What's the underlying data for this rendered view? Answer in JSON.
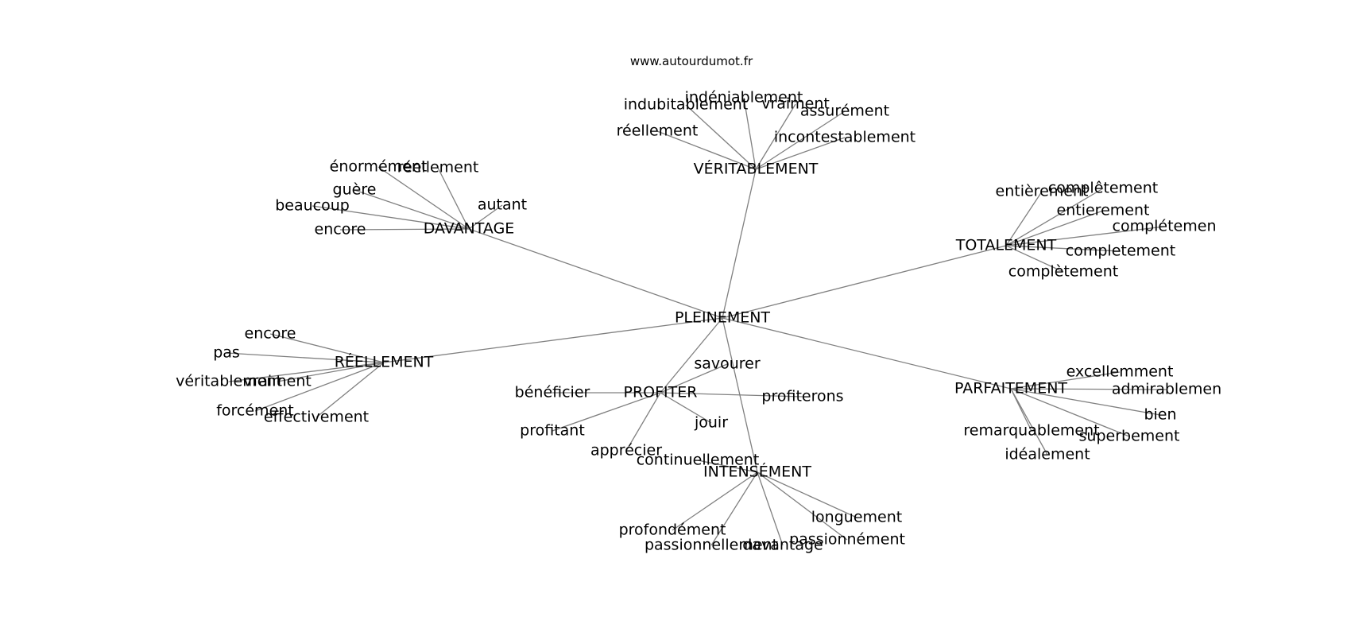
{
  "credit": "www.autourdumot.fr",
  "edge_color": "#808080",
  "text_color": "#000000",
  "graph": {
    "center": "PLEINEMENT",
    "hubs": [
      {
        "label": "VÉRITABLEMENT",
        "children": [
          "indéniablement",
          "indubitablement",
          "vraiment",
          "assurément",
          "réellement",
          "incontestablement"
        ]
      },
      {
        "label": "DAVANTAGE",
        "children": [
          "énormément",
          "réellement",
          "guère",
          "autant",
          "beaucoup",
          "encore"
        ]
      },
      {
        "label": "TOTALEMENT",
        "children": [
          "entièrement",
          "complêtement",
          "entierement",
          "complétemen",
          "completement",
          "complètement"
        ]
      },
      {
        "label": "RÉELLEMENT",
        "children": [
          "encore",
          "pas",
          "véritablement",
          "vraiment",
          "forcément",
          "effectivement"
        ]
      },
      {
        "label": "PARFAITEMENT",
        "children": [
          "excellemment",
          "admirablemen",
          "bien",
          "remarquablement",
          "superbement",
          "idéalement"
        ]
      },
      {
        "label": "PROFITER",
        "children": [
          "savourer",
          "bénéficier",
          "profiterons",
          "jouir",
          "profitant",
          "apprécier"
        ]
      },
      {
        "label": "INTENSÉMENT",
        "children": [
          "continuellement",
          "longuement",
          "profondément",
          "passionnellement",
          "davantage",
          "passionnément"
        ]
      }
    ]
  }
}
